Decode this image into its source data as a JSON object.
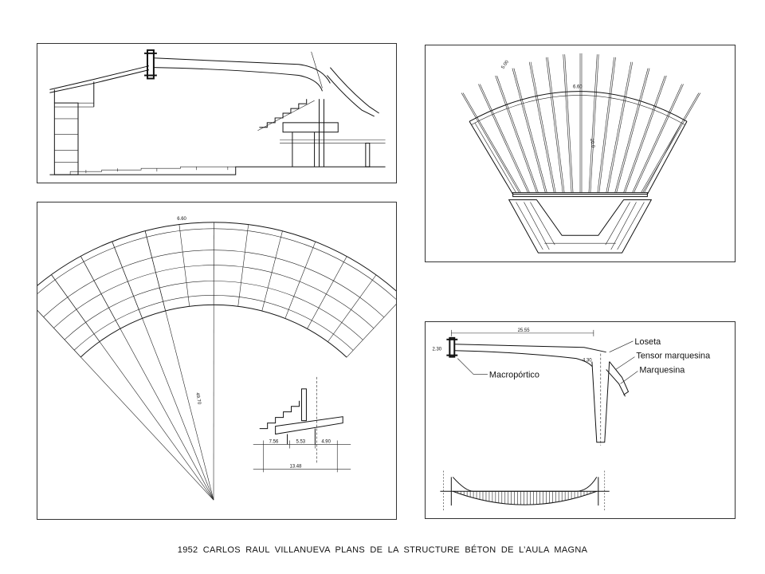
{
  "caption": "1952  CARLOS RAUL VILLANUEVA PLANS DE LA STRUCTURE BÉTON DE L’AULA MAGNA",
  "plan": {
    "dims": {
      "top": "6.60",
      "radius": "49.70",
      "a": "7.56",
      "b": "5.53",
      "c": "4.90",
      "total": "13.48"
    }
  },
  "fan": {
    "dims": {
      "d1": "5.00",
      "d2": "6.60",
      "d3": "20.0"
    }
  },
  "frame": {
    "dims": {
      "span": "25.55",
      "h1": "2.30",
      "h2": "4.30"
    },
    "labels": {
      "loseta": "Loseta",
      "tensor": "Tensor marquesina",
      "marquesina": "Marquesina",
      "macroportico": "Macropórtico"
    }
  }
}
